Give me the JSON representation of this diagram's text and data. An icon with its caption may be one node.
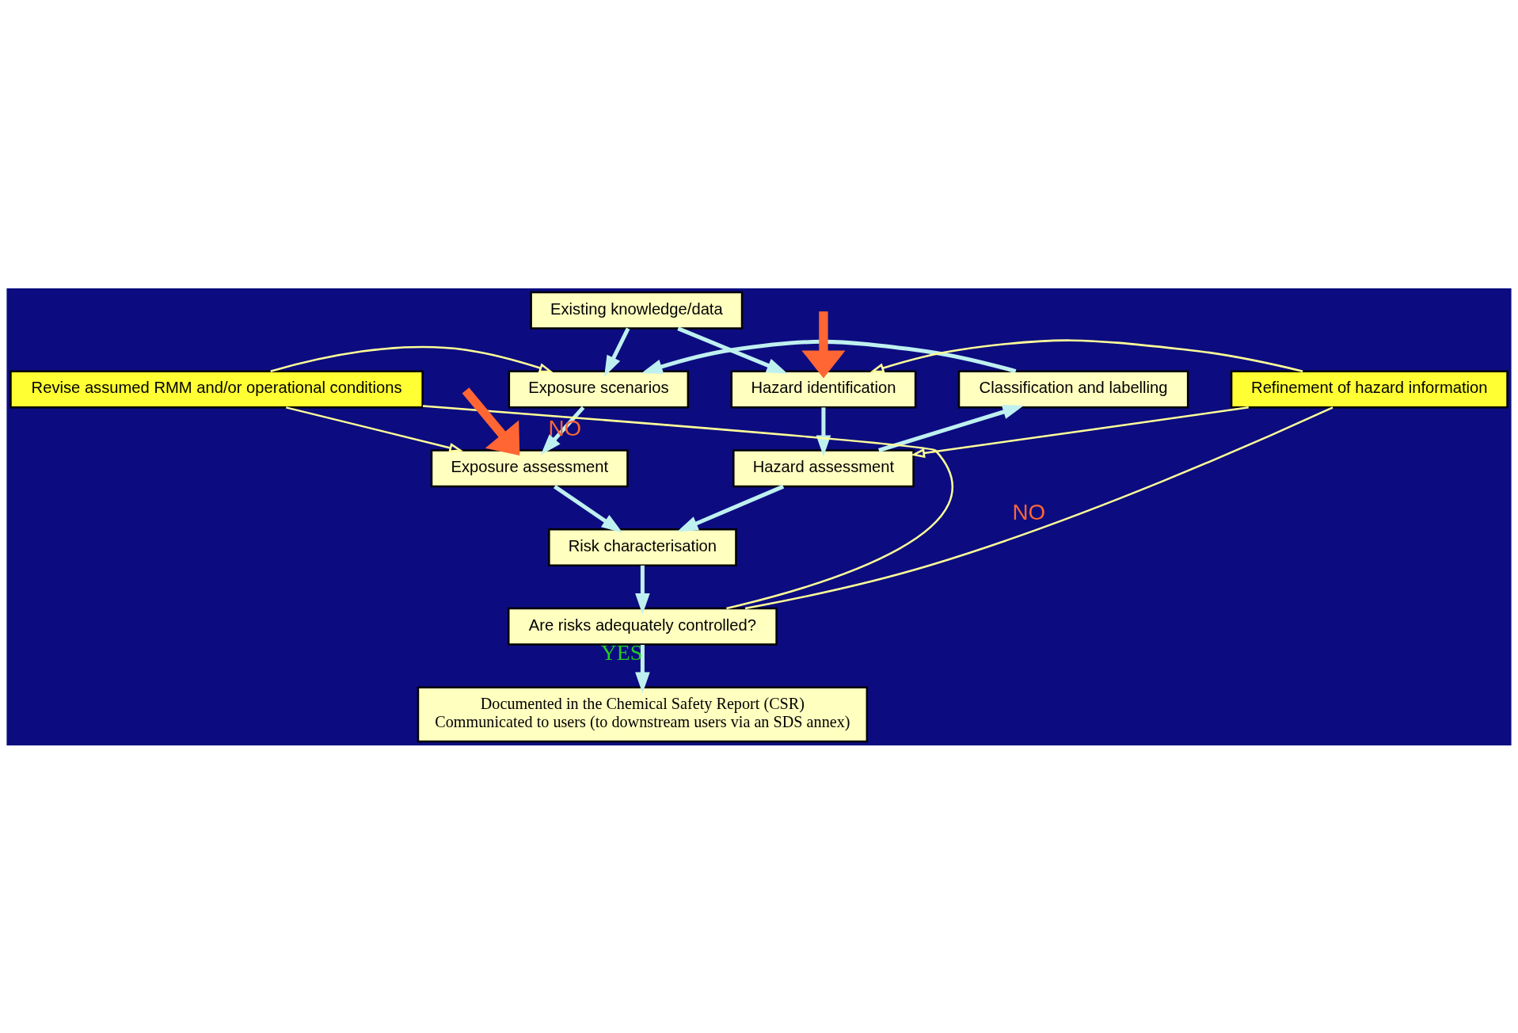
{
  "diagram": {
    "nodes": [
      {
        "text": [
          "Existing knowledge/data"
        ]
      },
      {
        "text": [
          "Exposure scenarios"
        ]
      },
      {
        "text": [
          "Hazard identification"
        ]
      },
      {
        "text": [
          "Revise assumed RMM and/or operational conditions"
        ]
      },
      {
        "text": [
          "Classification and labelling"
        ]
      },
      {
        "text": [
          "Refinement of hazard information"
        ]
      },
      {
        "text": [
          "Exposure assessment"
        ]
      },
      {
        "text": [
          "Hazard assessment"
        ]
      },
      {
        "text": [
          "Risk characterisation"
        ]
      },
      {
        "text": [
          "Are risks adequately controlled?"
        ]
      },
      {
        "text": [
          "Documented in the Chemical Safety Report (CSR)",
          "Communicated to users (to downstream users via an SDS annex)"
        ]
      }
    ],
    "edges": [
      {
        "from": 0,
        "to": 1,
        "arrow": "to"
      },
      {
        "from": 0,
        "to": 2,
        "arrow": "to"
      },
      {
        "from": 1,
        "to": 6,
        "arrow": "to"
      },
      {
        "from": 2,
        "to": 7,
        "arrow": "to"
      },
      {
        "from": 7,
        "to": 4,
        "arrow": "to"
      },
      {
        "from": 4,
        "to": 1,
        "arrow": "to"
      },
      {
        "from": 6,
        "to": 8,
        "arrow": "to"
      },
      {
        "from": 7,
        "to": 8,
        "arrow": "to"
      },
      {
        "from": 8,
        "to": 9,
        "arrow": "to"
      },
      {
        "from": 9,
        "to": 10,
        "arrow": "to",
        "label": "YES"
      },
      {
        "from": 9,
        "to": 3,
        "arrow": "none",
        "color": "#ffff99",
        "label": "NO"
      },
      {
        "from": 3,
        "to": 1,
        "arrow": "to",
        "color": "#ffff99"
      },
      {
        "from": 3,
        "to": 6,
        "arrow": "to",
        "color": "#ffff99"
      },
      {
        "from": 9,
        "to": 5,
        "arrow": "none",
        "color": "#ffff99",
        "label": "NO"
      },
      {
        "from": 5,
        "to": 2,
        "arrow": "to",
        "color": "#ffff99"
      },
      {
        "from": 5,
        "to": 7,
        "arrow": "to",
        "color": "#ffff99"
      },
      {
        "from": null,
        "to": 6,
        "arrow": "to",
        "style": "thick",
        "color": "#ff6633"
      },
      {
        "from": null,
        "to": 2,
        "arrow": "to",
        "style": "thick",
        "color": "#ff6633"
      }
    ]
  }
}
